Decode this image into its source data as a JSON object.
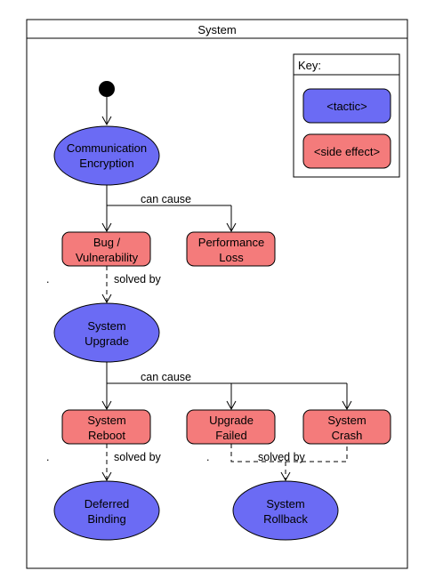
{
  "frame": {
    "title": "System"
  },
  "key": {
    "title": "Key:",
    "tactic_label": "<tactic>",
    "side_effect_label": "<side effect>"
  },
  "colors": {
    "tactic": "#6b6bf4",
    "side_effect": "#f47b7b",
    "stroke": "#000000"
  },
  "nodes": {
    "communication_encryption": [
      "Communication",
      "Encryption"
    ],
    "bug_vulnerability": [
      "Bug /",
      "Vulnerability"
    ],
    "performance_loss": [
      "Performance",
      "Loss"
    ],
    "system_upgrade": [
      "System",
      "Upgrade"
    ],
    "system_reboot": [
      "System",
      "Reboot"
    ],
    "upgrade_failed": [
      "Upgrade",
      "Failed"
    ],
    "system_crash": [
      "System",
      "Crash"
    ],
    "deferred_binding": [
      "Deferred",
      "Binding"
    ],
    "system_rollback": [
      "System",
      "Rollback"
    ]
  },
  "edges": {
    "can_cause_1": "can cause",
    "solved_by_1": "solved by",
    "can_cause_2": "can cause",
    "solved_by_2": "solved by",
    "solved_by_3": "solved by"
  },
  "dots": [
    ".",
    ".",
    "."
  ]
}
